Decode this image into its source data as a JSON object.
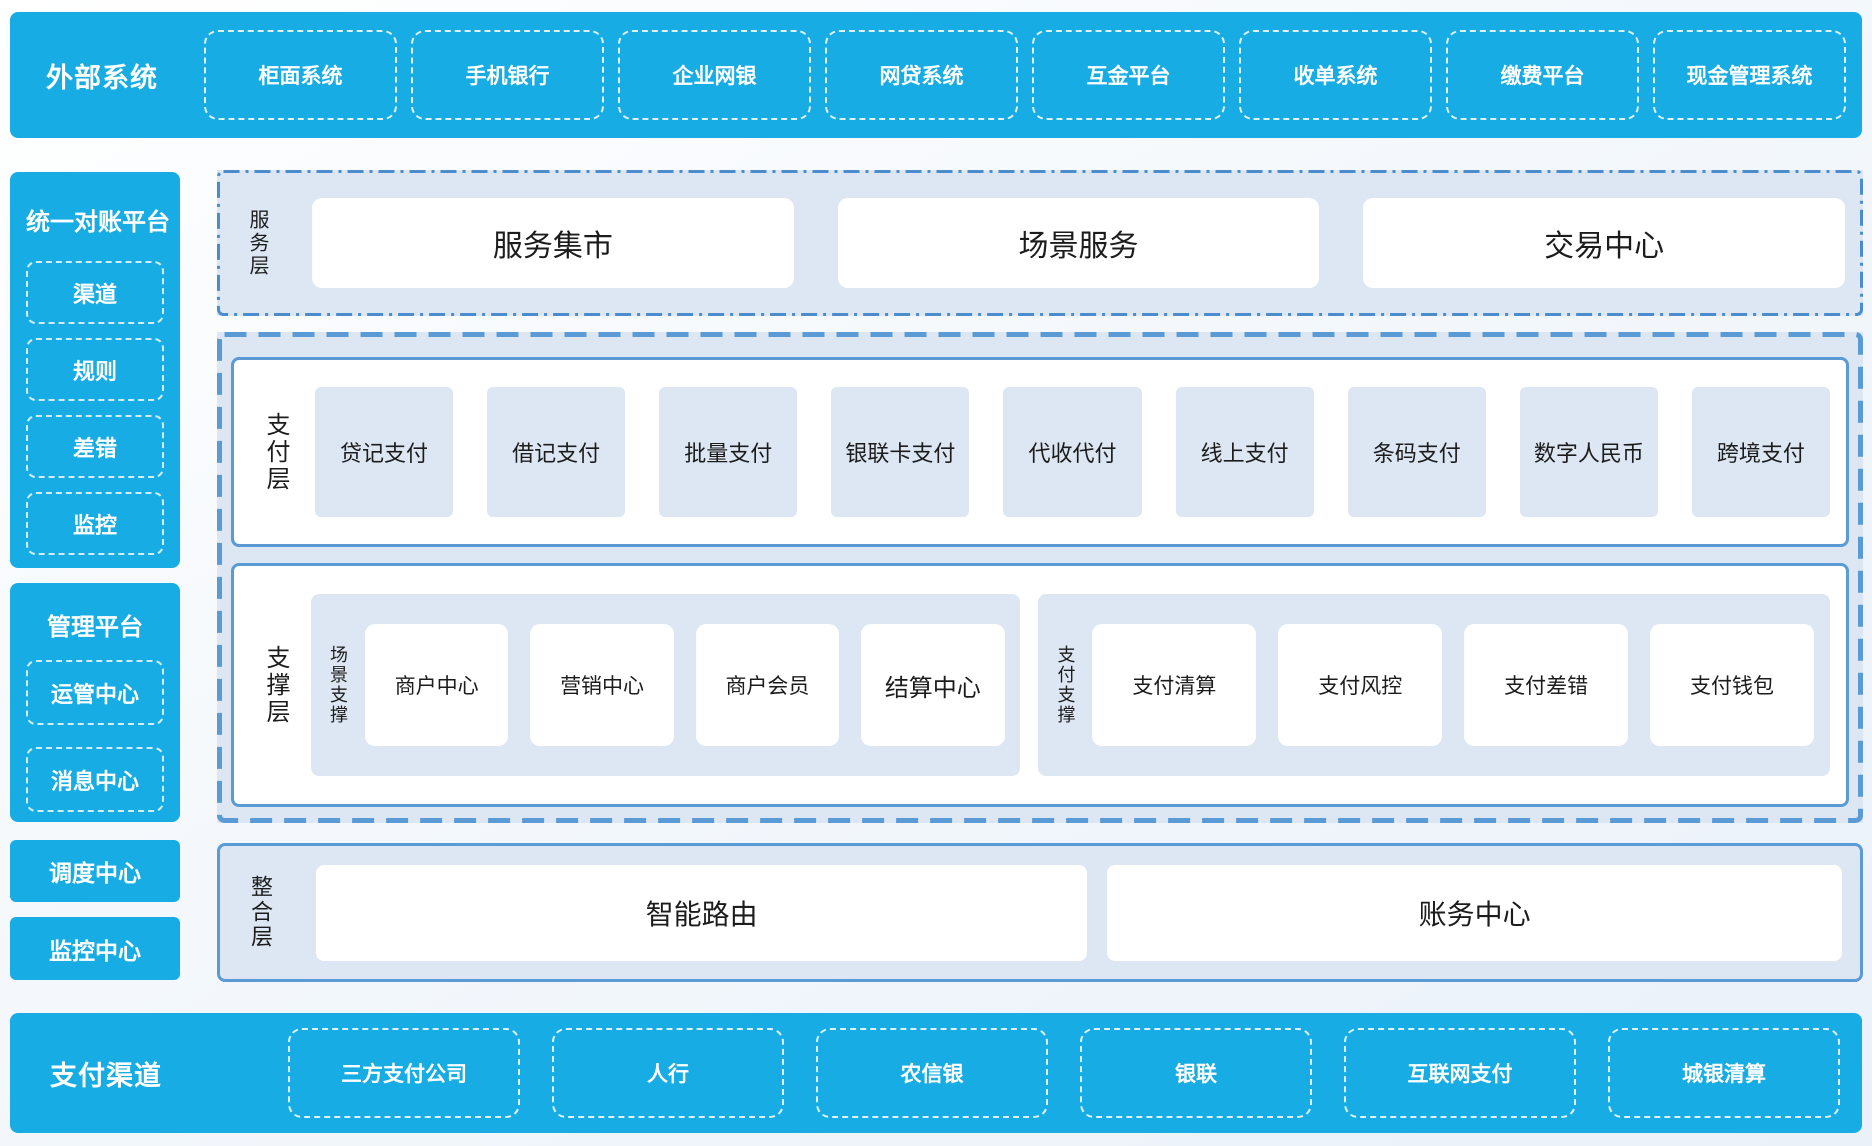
{
  "colors": {
    "cyan": "#17ace3",
    "panel_blue": "#dce7f3",
    "border_blue": "#5b9bd5",
    "dashdot_blue": "#4a8ccc",
    "text_dark": "#1c1c1c",
    "text_white": "#ffffff"
  },
  "external_systems": {
    "title": "外部系统",
    "items": [
      "柜面系统",
      "手机银行",
      "企业网银",
      "网贷系统",
      "互金平台",
      "收单系统",
      "缴费平台",
      "现金管理系统"
    ]
  },
  "sidebar": {
    "reconciliation": {
      "title": "统一对账平台",
      "items": [
        "渠道",
        "规则",
        "差错",
        "监控"
      ]
    },
    "management": {
      "title": "管理平台",
      "items": [
        "运管中心",
        "消息中心"
      ]
    },
    "dispatch_center": "调度中心",
    "monitor_center": "监控中心"
  },
  "service_layer": {
    "label": "服务层",
    "items": [
      "服务集市",
      "场景服务",
      "交易中心"
    ]
  },
  "payment_layer": {
    "label": "支付层",
    "items": [
      "贷记支付",
      "借记支付",
      "批量支付",
      "银联卡支付",
      "代收代付",
      "线上支付",
      "条码支付",
      "数字人民币",
      "跨境支付"
    ]
  },
  "support_layer": {
    "label": "支撑层",
    "groups": [
      {
        "label": "场景支撑",
        "items": [
          "商户中心",
          "营销中心",
          "商户会员",
          "结算中心"
        ]
      },
      {
        "label": "支付支撑",
        "items": [
          "支付清算",
          "支付风控",
          "支付差错",
          "支付钱包"
        ]
      }
    ]
  },
  "integration_layer": {
    "label": "整合层",
    "items": [
      "智能路由",
      "账务中心"
    ]
  },
  "payment_channels": {
    "title": "支付渠道",
    "items": [
      "三方支付公司",
      "人行",
      "农信银",
      "银联",
      "互联网支付",
      "城银清算"
    ]
  }
}
